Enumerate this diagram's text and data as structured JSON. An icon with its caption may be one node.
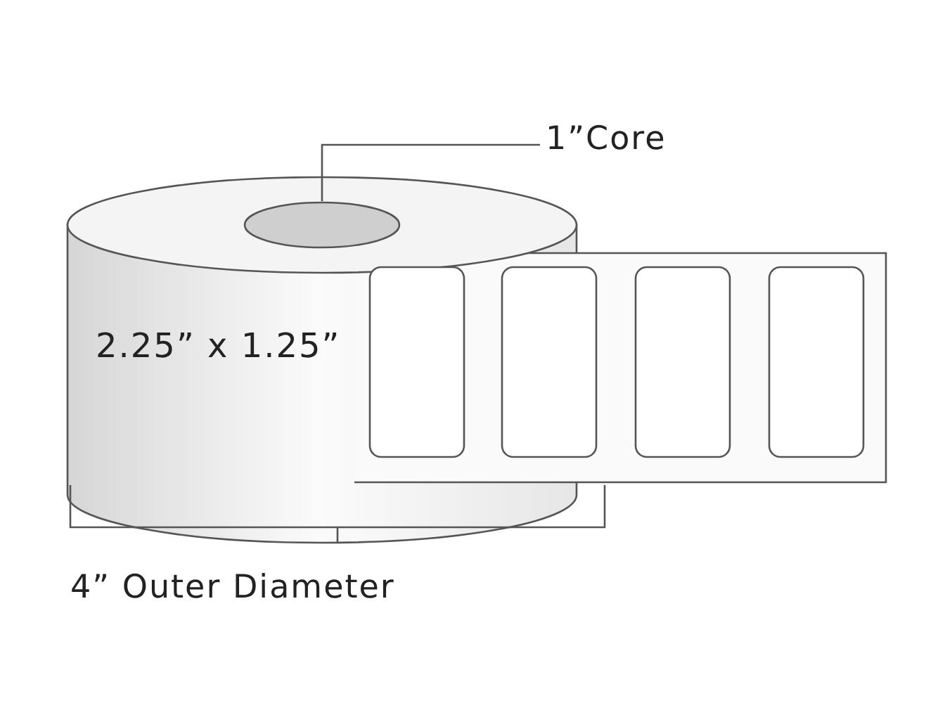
{
  "diagram": {
    "nodes": [
      {
        "text": [
          "1”Core"
        ]
      },
      {
        "text": [],
        "shape": "circle"
      }
    ],
    "edges": [
      {
        "from": 0,
        "to": 1,
        "arrow": "none"
      }
    ],
    "labels": [
      "2.25” x 1.25”",
      "4” Outer Diameter"
    ]
  }
}
